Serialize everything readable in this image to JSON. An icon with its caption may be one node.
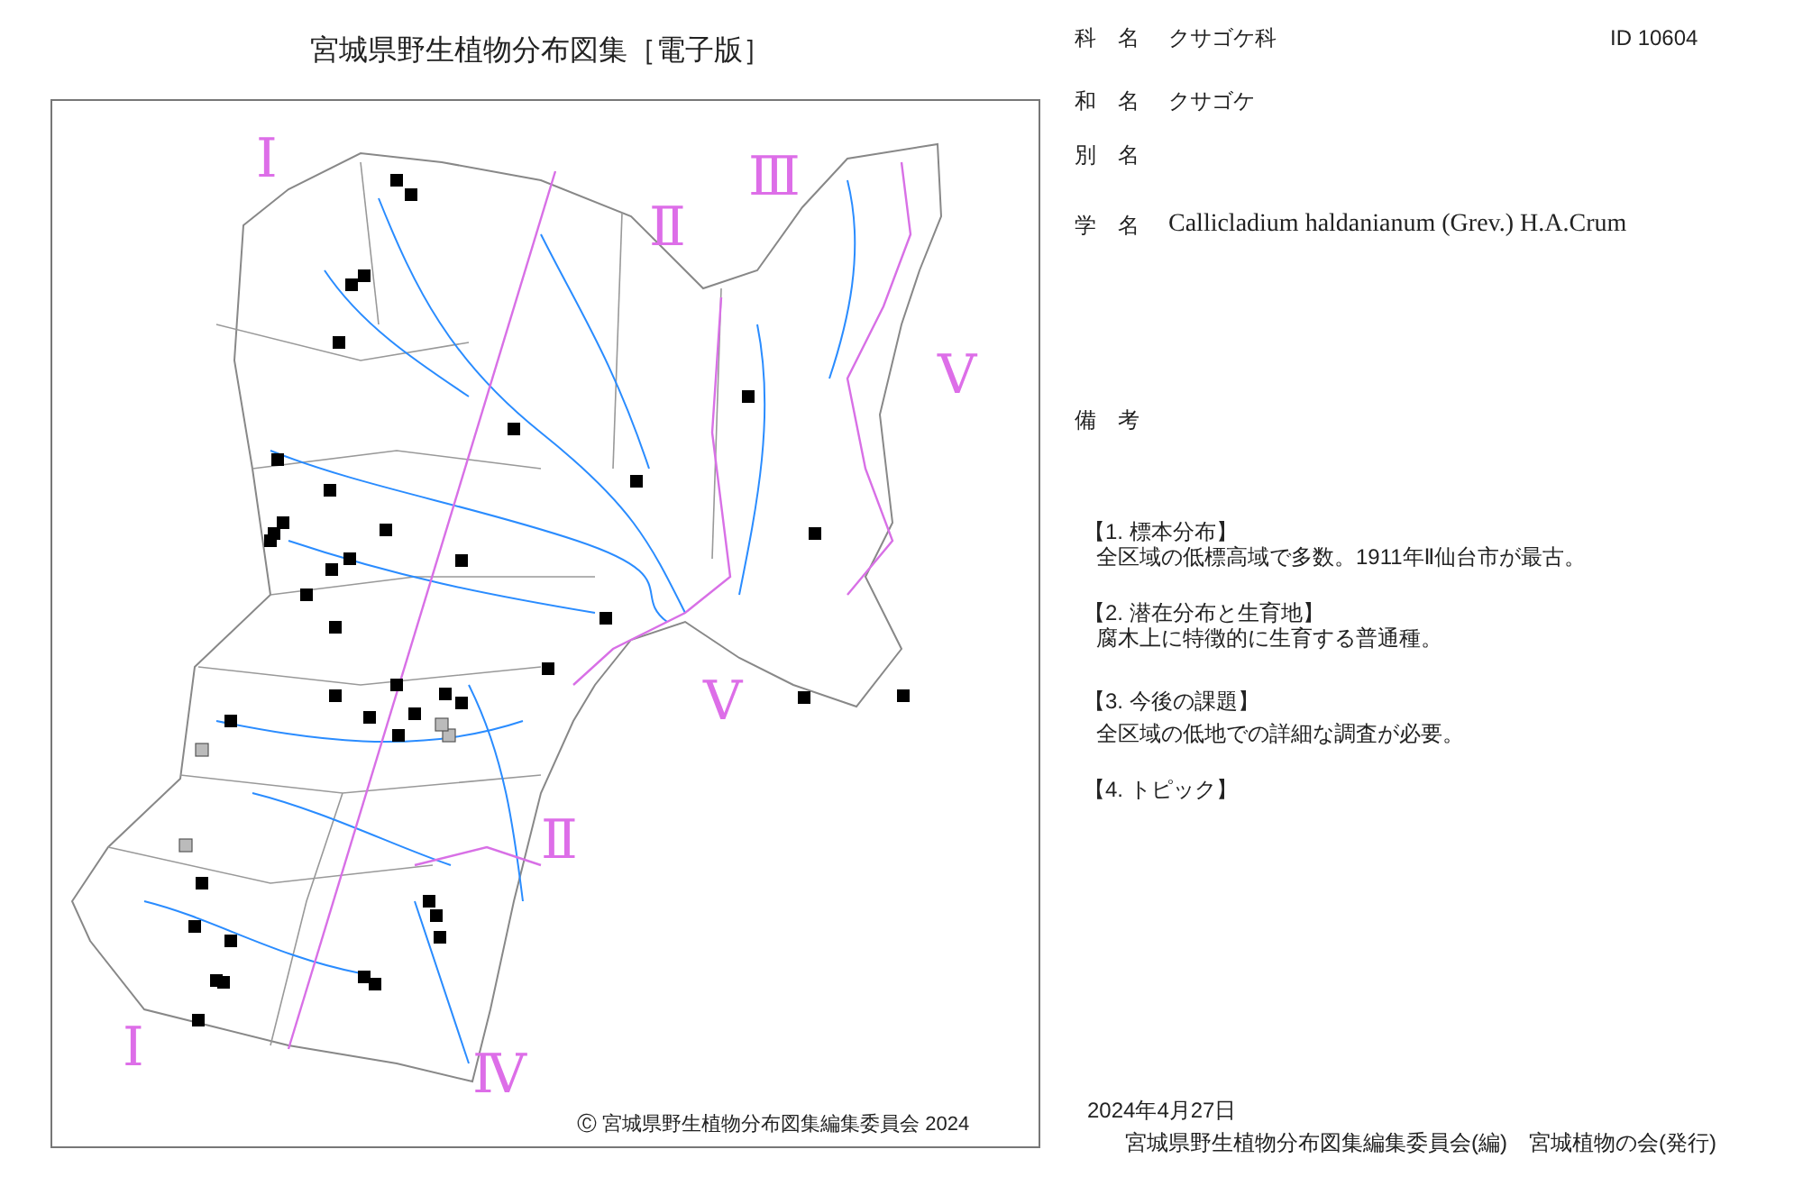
{
  "diagram": {
    "title": "宮城県野生植物分布図集［電子版］",
    "labels": [
      "Ⅰ",
      "Ⅱ",
      "Ⅲ",
      "Ⅴ",
      "Ⅴ",
      "Ⅱ",
      "Ⅰ",
      "Ⅳ",
      "Ⓒ 宮城県野生植物分布図集編集委員会 2024",
      "科　名",
      "クサゴケ科",
      "ID 10604",
      "和　名",
      "クサゴケ",
      "別　名",
      "学　名",
      "Callicladium haldanianum (Grev.) H.A.Crum",
      "備　考",
      "【1. 標本分布】",
      "全区域の低標高域で多数。1911年Ⅱ仙台市が最古。",
      "【2. 潜在分布と生育地】",
      "腐木上に特徴的に生育する普通種。",
      "【3. 今後の課題】",
      "全区域の低地での詳細な調査が必要。",
      "【4. トピック】",
      "2024年4月27日",
      "宮城県野生植物分布図集編集委員会(編)　宮城植物の会(発行)"
    ]
  }
}
